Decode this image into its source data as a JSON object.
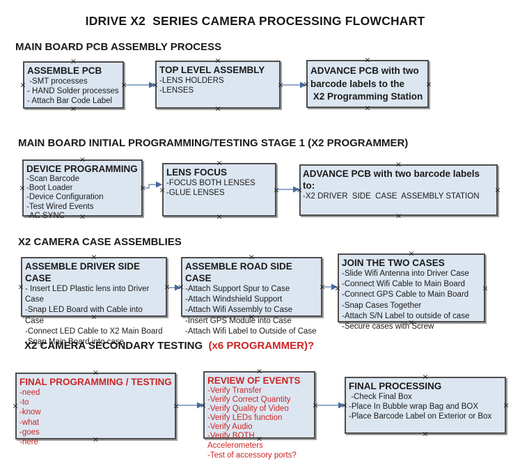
{
  "title": "IDRIVE X2  SERIES CAMERA PROCESSING FLOWCHART",
  "colors": {
    "box_fill": "#dce6f1",
    "box_border": "#4d4d4d",
    "box_shadow": "#9e9e9e",
    "arrow_line": "#92aac9",
    "arrow_head": "#45689d",
    "red_text": "#cc2525",
    "black_text": "#1a1a1a"
  },
  "sections": [
    {
      "heading": "MAIN BOARD PCB ASSEMBLY PROCESS",
      "boxes": [
        {
          "header": "ASSEMBLE PCB",
          "items": [
            " -SMT processes",
            "- HAND Solder processes",
            "- Attach Bar Code Label"
          ]
        },
        {
          "header": "TOP LEVEL ASSEMBLY",
          "items": [
            "-LENS HOLDERS",
            "-LENSES"
          ]
        },
        {
          "header": "ADVANCE PCB with two barcode labels to the\n X2 Programming Station",
          "items": []
        }
      ]
    },
    {
      "heading": "MAIN BOARD INITIAL PROGRAMMING/TESTING STAGE 1 (X2 PROGRAMMER)",
      "boxes": [
        {
          "header": "DEVICE PROGRAMMING",
          "items": [
            "-Scan Barcode",
            "-Boot Loader",
            "-Device Configuration",
            "-Test Wired Events",
            "-AC SYNC"
          ]
        },
        {
          "header": "LENS FOCUS",
          "items": [
            "-FOCUS BOTH LENSES",
            "-GLUE LENSES"
          ]
        },
        {
          "header": "ADVANCE PCB with two barcode labels to:",
          "items": [
            "-X2 DRIVER  SIDE  CASE  ASSEMBLY STATION"
          ]
        }
      ]
    },
    {
      "heading": "X2 CAMERA CASE ASSEMBLIES",
      "boxes": [
        {
          "header": "ASSEMBLE DRIVER SIDE CASE",
          "items": [
            "- Insert LED Plastic lens into Driver Case",
            "-Snap LED Board with Cable into Case",
            "-Connect LED Cable to X2 Main Board",
            "-Snap Main Board into case"
          ]
        },
        {
          "header": "ASSEMBLE ROAD SIDE CASE",
          "items": [
            "-Attach Support Spur to Case",
            "-Attach Windshield Support",
            "-Attach Wifi Assembly to Case",
            "-Insert GPS Module into Case",
            "-Attach Wifi Label to Outside of Case"
          ]
        },
        {
          "header": "JOIN THE TWO CASES",
          "items": [
            "-Slide Wifi Antenna into Driver Case",
            "-Connect Wifi Cable to Main Board",
            "-Connect GPS Cable to Main Board",
            "-Snap Cases Together",
            "-Attach S/N Label to outside of case",
            "-Secure cases with Screw"
          ]
        }
      ]
    },
    {
      "heading": "X2 CAMERA SECONDARY TESTING  ",
      "heading_suffix": "(x6 PROGRAMMER)?",
      "boxes": [
        {
          "header": "FINAL PROGRAMMING / TESTING",
          "items": [
            "-need",
            "-to",
            "-know",
            "-what",
            "-goes",
            "-here"
          ]
        },
        {
          "header": "REVIEW OF EVENTS",
          "items": [
            "-Verify Transfer",
            "-Verify Correct Quantity",
            "-Verify Quality of Video",
            "-Verify LEDs function",
            "-Verify Audio",
            "-Verify BOTH Accelerometers"
          ],
          "overflow_item": "-Test of accessory ports?"
        },
        {
          "header": "FINAL PROCESSING",
          "items": [
            " -Check Final Box",
            "-Place In Bubble wrap Bag and BOX",
            "-Place Barcode Label on Exterior or Box"
          ]
        }
      ]
    }
  ]
}
